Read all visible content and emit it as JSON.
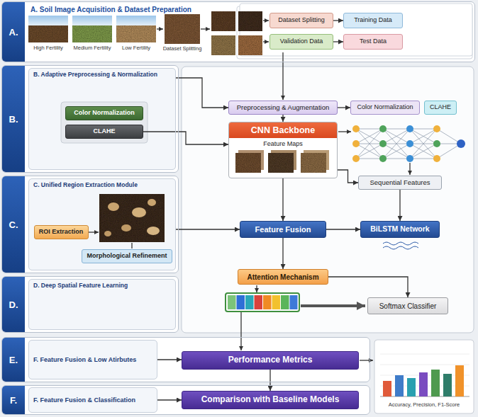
{
  "diagram": {
    "nodes": [
      {
        "text": [
          "A.",
          "A. Soil Image Acquisition & Dataset Preparation"
        ]
      },
      {
        "text": [
          "Dataset Splitting"
        ],
        "in": 0
      },
      {
        "text": [
          "Training Data"
        ],
        "in": 0
      },
      {
        "text": [
          "Validation Data"
        ],
        "in": 0
      },
      {
        "text": [
          "Test Data"
        ],
        "in": 0
      },
      {
        "text": [
          "B."
        ]
      },
      {
        "text": [
          "B. Adaptive Preprocessing & Normalization"
        ],
        "in": 5
      },
      {
        "text": [
          "Color Normalization"
        ],
        "in": 6
      },
      {
        "text": [
          "CLAHE"
        ],
        "in": 6
      },
      {
        "text": [
          "Preprocessing & Augmentation"
        ]
      },
      {
        "text": [
          "Color Normalization"
        ]
      },
      {
        "text": [
          "CLAHE"
        ]
      },
      {
        "text": [
          "CNN Backbone",
          "Feature Maps"
        ]
      },
      {
        "text": [
          "Sequential Features"
        ]
      },
      {
        "text": [
          "C."
        ]
      },
      {
        "text": [
          "C. Unified Region Extraction Module"
        ],
        "in": 14
      },
      {
        "text": [
          "ROI Extraction"
        ],
        "in": 15
      },
      {
        "text": [
          "Morphological Refinement"
        ],
        "in": 15
      },
      {
        "text": [
          "Feature Fusion"
        ]
      },
      {
        "text": [
          "BiLSTM Network"
        ]
      },
      {
        "text": [
          "D."
        ]
      },
      {
        "text": [
          "D. Deep Spatial Feature Learning"
        ],
        "in": 20
      },
      {
        "text": [
          "Attention Mechanism"
        ]
      },
      {
        "text": [
          "Softmax Classifier"
        ]
      },
      {
        "text": [
          "E."
        ]
      },
      {
        "text": [
          "F. Feature Fusion & Low Atirbutes"
        ],
        "in": 24
      },
      {
        "text": [
          "Performance Metrics"
        ],
        "in": 24
      },
      {
        "text": [
          "F."
        ]
      },
      {
        "text": [
          "F. Feature Fusion & Classification"
        ],
        "in": 27
      },
      {
        "text": [
          "Comparison with Baseline Models"
        ],
        "in": 27
      }
    ],
    "edges": [
      {
        "from": 1,
        "to": 2,
        "arrow": "to"
      },
      {
        "from": 3,
        "to": 4,
        "arrow": "to"
      },
      {
        "from": 6,
        "to": 9,
        "arrow": "to"
      },
      {
        "from": 9,
        "to": 10,
        "arrow": "to"
      },
      {
        "from": 9,
        "to": 12,
        "arrow": "to"
      },
      {
        "from": 8,
        "to": 12,
        "arrow": "to"
      },
      {
        "from": 12,
        "to": 13,
        "arrow": "to"
      },
      {
        "from": 12,
        "to": 18,
        "arrow": "to"
      },
      {
        "from": 15,
        "to": 18,
        "arrow": "to"
      },
      {
        "from": 13,
        "to": 19,
        "arrow": "to"
      },
      {
        "from": 18,
        "to": 19,
        "arrow": "to"
      },
      {
        "from": 18,
        "to": 22,
        "arrow": "to"
      },
      {
        "from": 22,
        "to": 23,
        "arrow": "to"
      },
      {
        "from": 25,
        "to": 26,
        "arrow": "to"
      },
      {
        "from": 26,
        "to": 29,
        "arrow": "to"
      },
      {
        "from": 28,
        "to": 29,
        "arrow": "to"
      }
    ],
    "labels": [
      "High Fertility",
      "Medium Fertility",
      "Low Fertility",
      "Dataset Splitting",
      "Accuracy, Precision, F1-Score"
    ]
  }
}
